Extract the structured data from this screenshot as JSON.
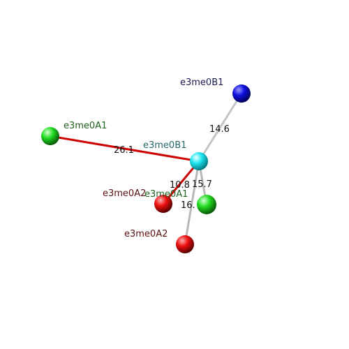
{
  "colors": {
    "background": "#ffffff",
    "bond_red": "#cc0000",
    "bond_gray": "#b8b8b8",
    "label_dark_blue": "#1a1a4d",
    "label_teal": "#226666",
    "label_green": "#1f5f1f",
    "label_dark_red": "#5a1010",
    "distance_text": "#111111"
  },
  "atoms": [
    {
      "label": "e3me0B1",
      "element_color": "blue"
    },
    {
      "label": "e3me0A1",
      "element_color": "green"
    },
    {
      "label": "e3me0B1",
      "element_color": "cyan"
    },
    {
      "label": "e3me0A2",
      "element_color": "red"
    },
    {
      "label": "e3me0A1",
      "element_color": "green"
    },
    {
      "label": "e3me0A2",
      "element_color": "red"
    }
  ],
  "bonds": [
    {
      "from": "e3me0B1 (cyan)",
      "to": "e3me0B1 (blue)",
      "distance": "14.6",
      "color": "gray"
    },
    {
      "from": "e3me0B1 (cyan)",
      "to": "e3me0A1 (green, left)",
      "distance": "26.1",
      "color": "red"
    },
    {
      "from": "e3me0B1 (cyan)",
      "to": "e3me0A2 (red, upper)",
      "distance": "10.8",
      "color": "red"
    },
    {
      "from": "e3me0B1 (cyan)",
      "to": "e3me0A1 (green, lower)",
      "distance": "15.7",
      "color": "gray"
    },
    {
      "from": "e3me0B1 (cyan)",
      "to": "e3me0A2 (red, lower)",
      "distance": "16.",
      "color": "gray"
    }
  ]
}
